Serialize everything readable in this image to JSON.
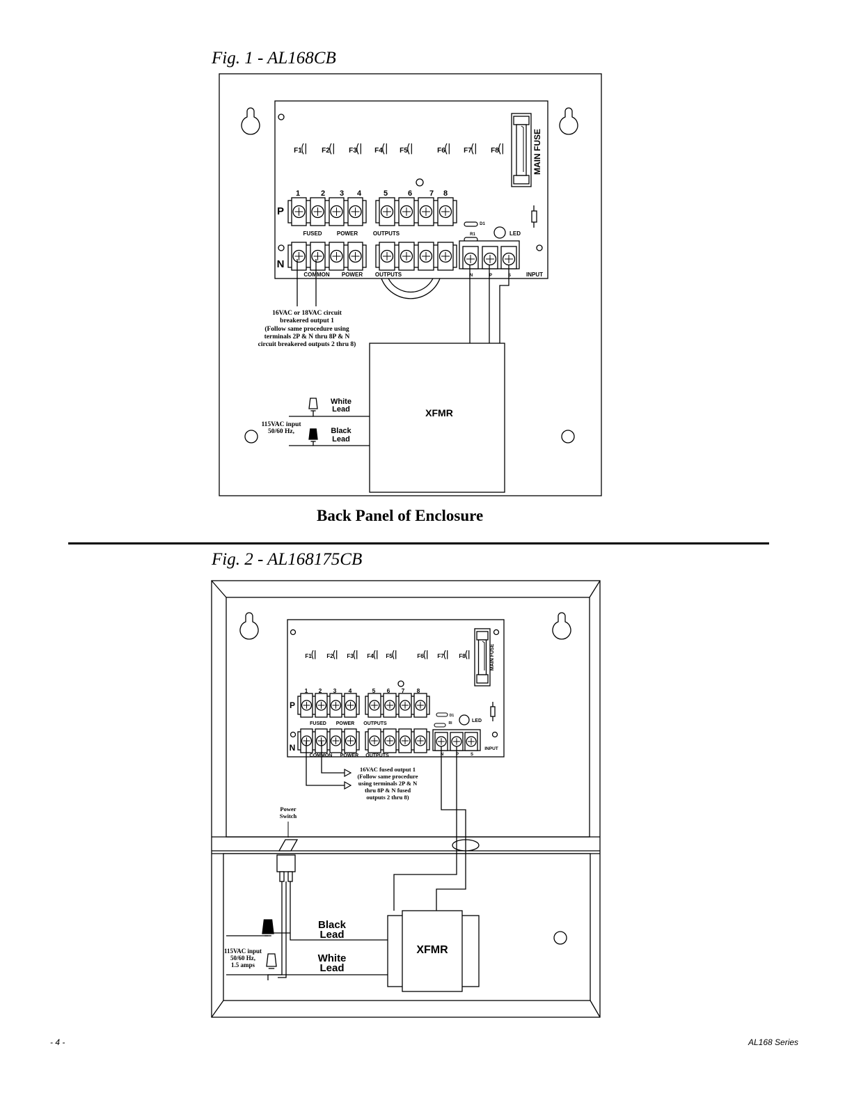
{
  "figures": [
    {
      "title": "Fig. 1 -  AL168CB",
      "caption": "Back Panel of Enclosure",
      "fuses": [
        "F1",
        "F2",
        "F3",
        "F4",
        "F5",
        "F6",
        "F7",
        "F8"
      ],
      "main_fuse": "MAIN FUSE",
      "terminal_numbers": [
        "1",
        "2",
        "3",
        "4",
        "5",
        "6",
        "7",
        "8"
      ],
      "row_p": "P",
      "row_n": "N",
      "fused_labels": [
        "FUSED",
        "POWER",
        "OUTPUTS"
      ],
      "common_labels": [
        "COMMON",
        "POWER",
        "OUTPUTS"
      ],
      "d1": "D1",
      "r1": "R1",
      "led": "LED",
      "input_terminals": [
        "N",
        "P",
        "S"
      ],
      "input": "INPUT",
      "note": [
        "16VAC or 18VAC circuit",
        "breakered output 1",
        "(Follow same procedure using",
        "terminals 2P & N thru 8P & N",
        "circuit breakered outputs 2 thru 8)"
      ],
      "xfmr": "XFMR",
      "white_lead": [
        "White",
        "Lead"
      ],
      "black_lead": [
        "Black",
        "Lead"
      ],
      "ac_input": [
        "115VAC input",
        "50/60 Hz,"
      ]
    },
    {
      "title": "Fig. 2 - AL168175CB",
      "fuses": [
        "F1",
        "F2",
        "F3",
        "F4",
        "F5",
        "F6",
        "F7",
        "F8"
      ],
      "main_fuse": "MAIN FUSE",
      "terminal_numbers": [
        "1",
        "2",
        "3",
        "4",
        "5",
        "6",
        "7",
        "8"
      ],
      "row_p": "P",
      "row_n": "N",
      "fused_labels": [
        "FUSED",
        "POWER",
        "OUTPUTS"
      ],
      "common_labels": [
        "COMMON",
        "POWER",
        "OUTPUTS"
      ],
      "d1": "D1",
      "r1": "RI",
      "led": "LED",
      "input_terminals": [
        "N",
        "P",
        "S"
      ],
      "input": "INPUT",
      "note": [
        "16VAC fused output 1",
        "(Follow same procedure",
        "using terminals 2P & N",
        "thru 8P & N fused",
        "outputs 2 thru 8)"
      ],
      "power_switch": [
        "Power",
        "Switch"
      ],
      "xfmr": "XFMR",
      "black_lead": [
        "Black",
        "Lead"
      ],
      "white_lead": [
        "White",
        "Lead"
      ],
      "ac_input": [
        "115VAC input",
        "50/60 Hz,",
        "1.5 amps"
      ]
    }
  ],
  "footer": {
    "page": "- 4 -",
    "series": "AL168 Series"
  }
}
